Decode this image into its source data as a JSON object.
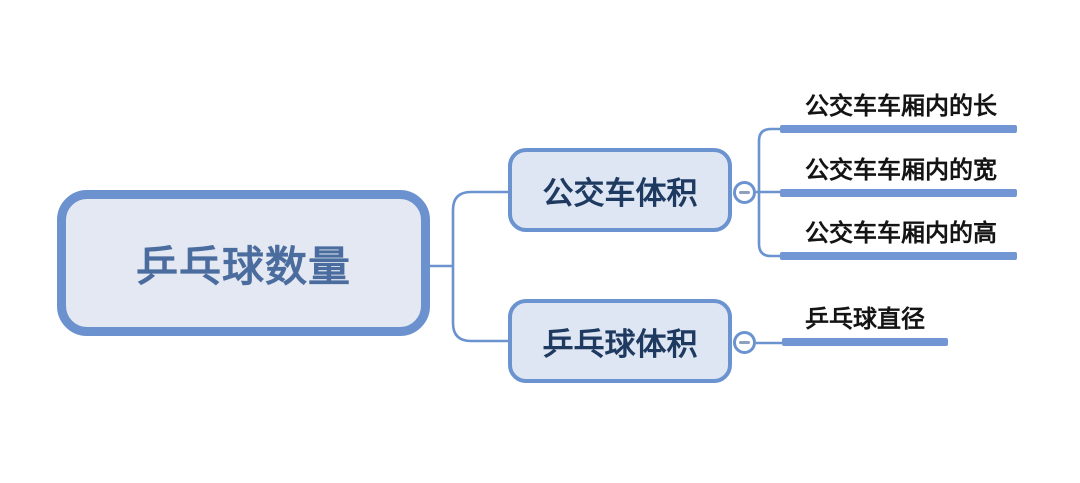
{
  "diagram": {
    "root": {
      "label": "乒乓球数量"
    },
    "branches": [
      {
        "label": "公交车体积",
        "collapse_icon": "minus",
        "children": [
          {
            "label": "公交车车厢内的长"
          },
          {
            "label": "公交车车厢内的宽"
          },
          {
            "label": "公交车车厢内的高"
          }
        ]
      },
      {
        "label": "乒乓球体积",
        "collapse_icon": "minus",
        "children": [
          {
            "label": "乒乓球直径"
          }
        ]
      }
    ],
    "colors": {
      "root_border": "#6B91CE",
      "root_fill": "#E3E8F2",
      "root_text": "#4B6C9E",
      "branch_border": "#6B93CF",
      "branch_fill": "#DEE6F3",
      "branch_text": "#1F3A60",
      "leaf_line": "#7295D3",
      "leaf_text": "#141414",
      "connector": "#6B93CF",
      "collapse_minus": "#8FA0BE",
      "background": "#FFFFFF"
    }
  }
}
